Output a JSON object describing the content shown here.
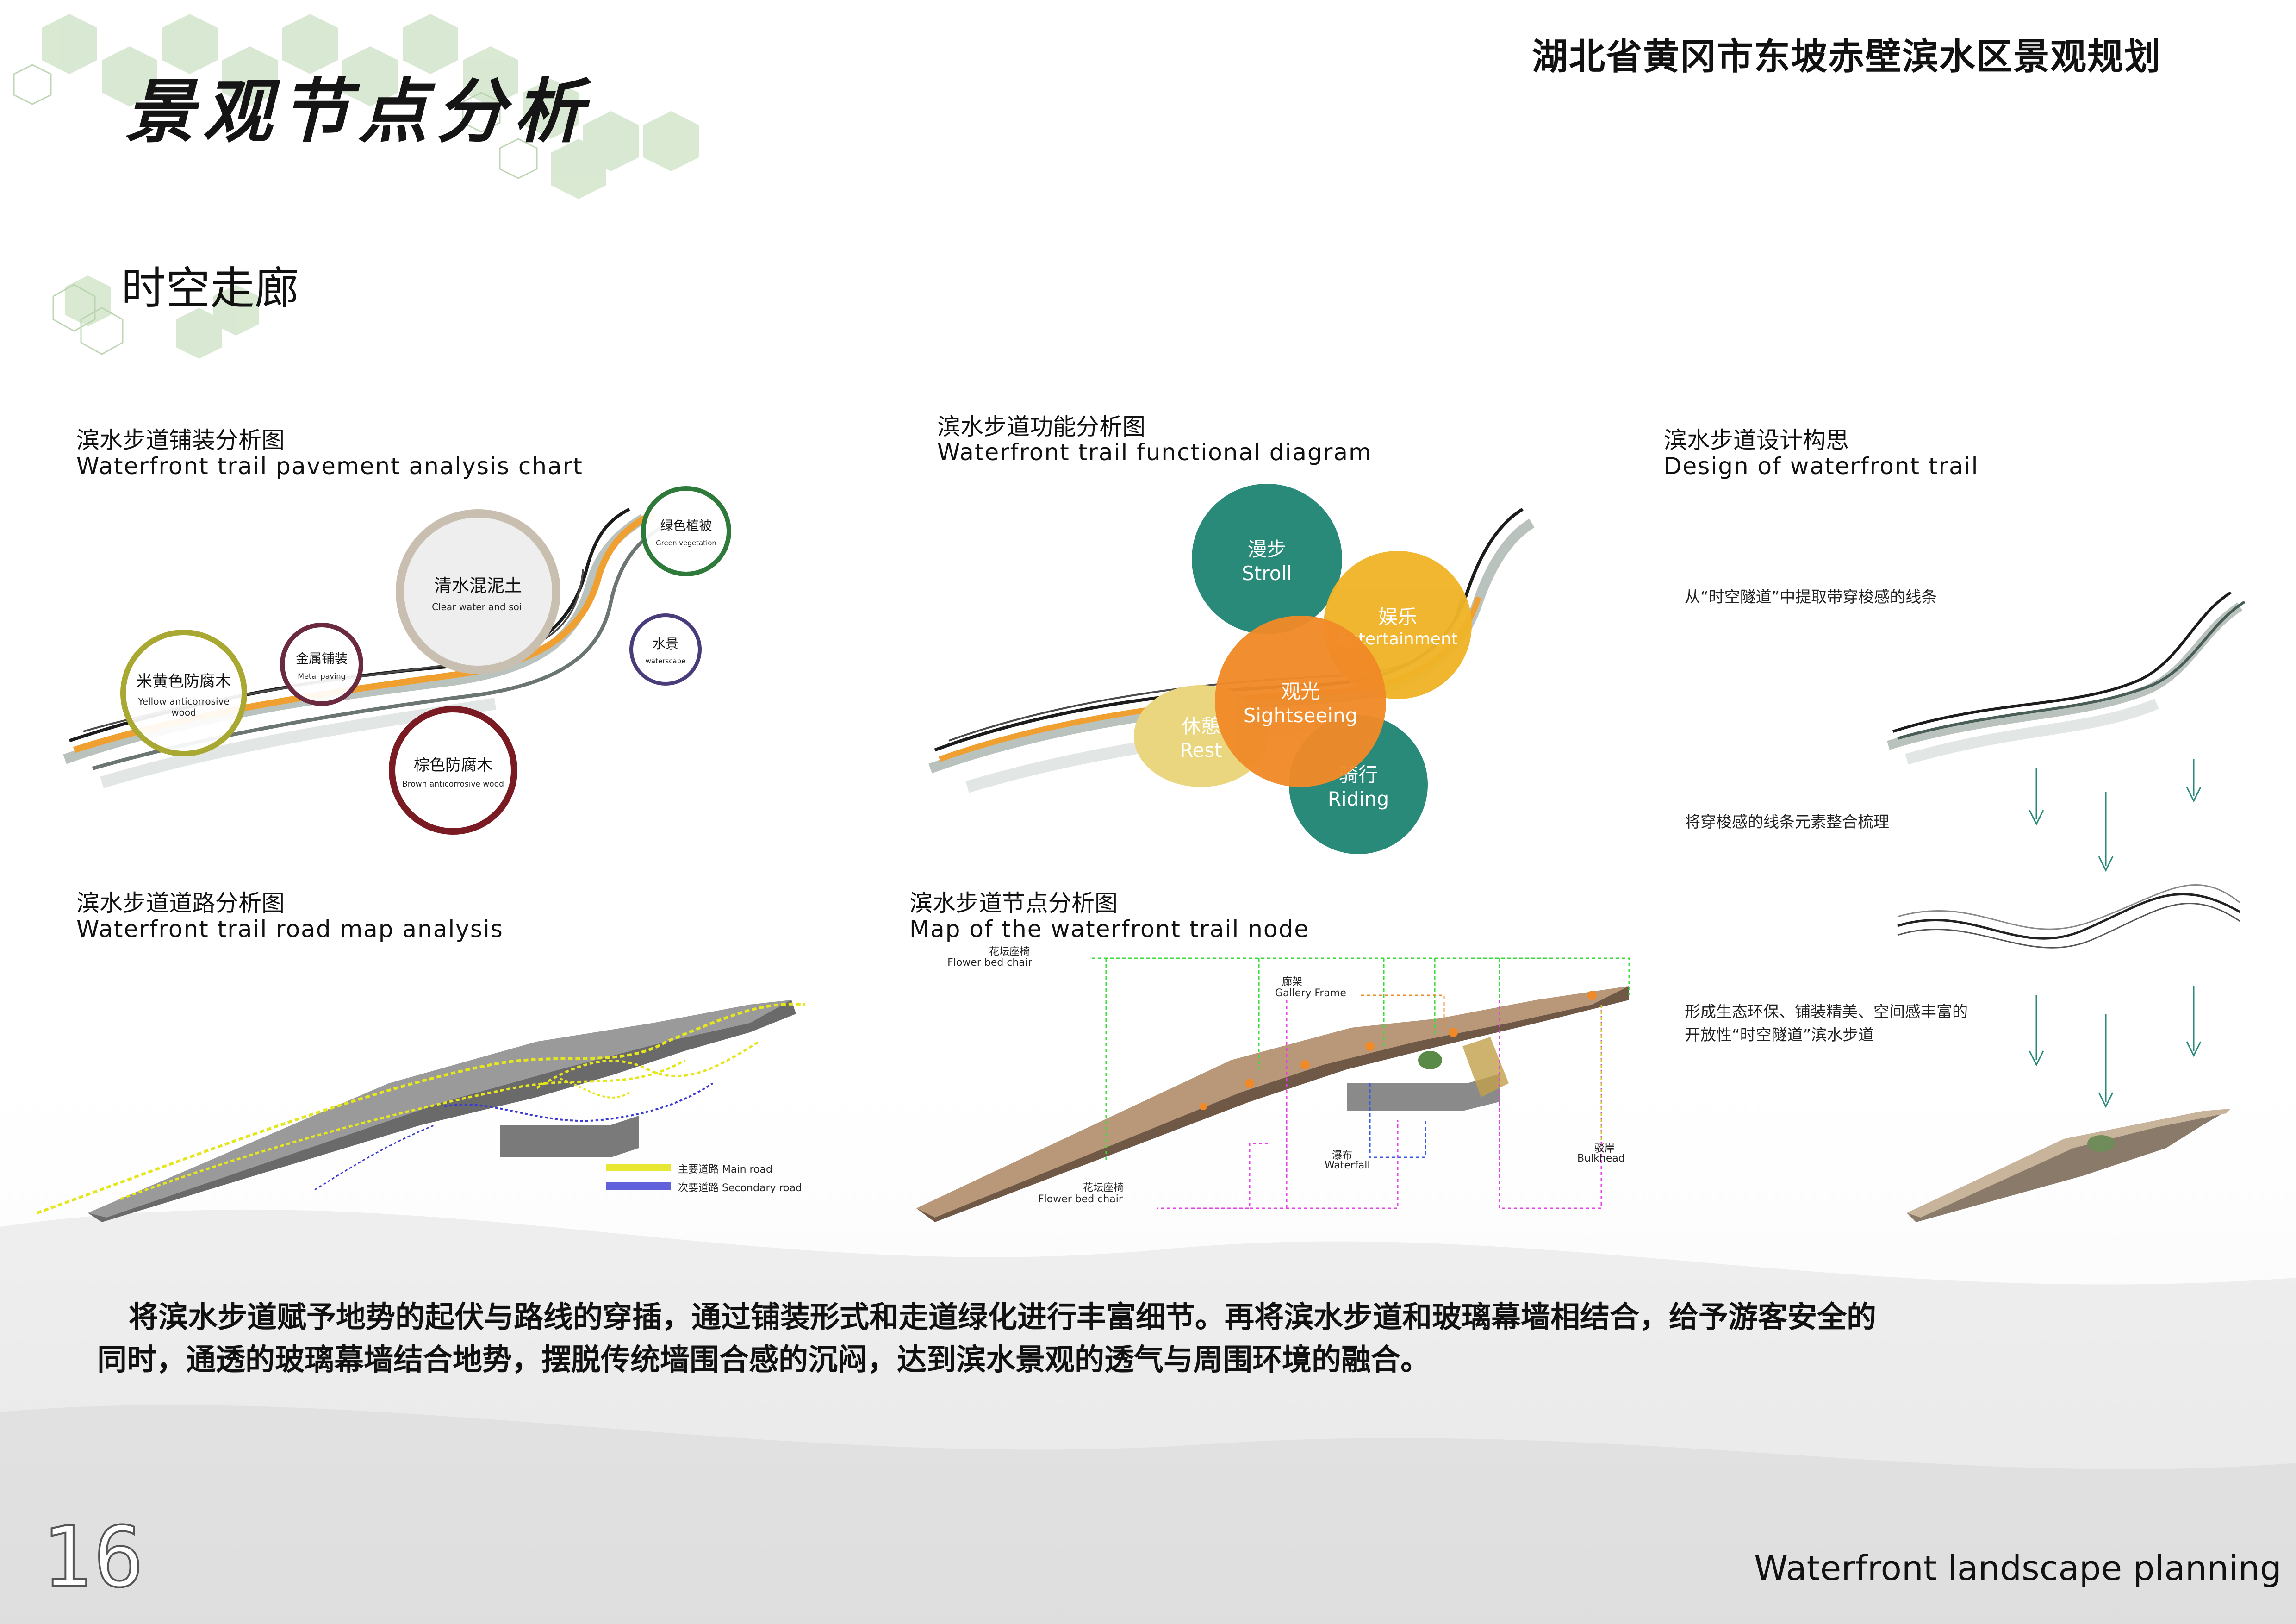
{
  "header": {
    "section_title": "景观节点分析",
    "project_title": "湖北省黄冈市东坡赤壁滨水区景观规划",
    "subsection_title": "时空走廊"
  },
  "panels": {
    "pavement": {
      "title_cn": "滨水步道铺装分析图",
      "title_en": "Waterfront trail pavement analysis chart",
      "bubbles": [
        {
          "cn": "米黄色防腐木",
          "en": "Yellow anticorrosive wood",
          "color": "#a8a832"
        },
        {
          "cn": "金属铺装",
          "en": "Metal paving",
          "color": "#6b2a40"
        },
        {
          "cn": "清水混泥土",
          "en": "Clear water and soil",
          "color": "#c9bfb0"
        },
        {
          "cn": "棕色防腐木",
          "en": "Brown anticorrosive wood",
          "color": "#7a1a22"
        },
        {
          "cn": "水景",
          "en": "waterscape",
          "color": "#4a3c7a"
        },
        {
          "cn": "绿色植被",
          "en": "Green vegetation",
          "color": "#2e7a3a"
        }
      ]
    },
    "function": {
      "title_cn": "滨水步道功能分析图",
      "title_en": "Waterfront trail functional diagram",
      "bubbles": [
        {
          "cn": "漫步",
          "en": "Stroll",
          "color": "#2a8a7a"
        },
        {
          "cn": "娱乐",
          "en": "Entertainment",
          "color": "#f0b428"
        },
        {
          "cn": "观光",
          "en": "Sightseeing",
          "color": "#f08a28"
        },
        {
          "cn": "休憩",
          "en": "Rest",
          "color": "#ead67e"
        },
        {
          "cn": "骑行",
          "en": "Riding",
          "color": "#2a8a7a"
        }
      ]
    },
    "design": {
      "title_cn": "滨水步道设计构思",
      "title_en": "Design of waterfront trail",
      "notes": [
        "从“时空隧道”中提取带穿梭感的线条",
        "将穿梭感的线条元素整合梳理",
        "形成生态环保、铺装精美、空间感丰富的",
        "开放性“时空隧道”滨水步道"
      ]
    },
    "road": {
      "title_cn": "滨水步道道路分析图",
      "title_en": "Waterfront trail road map analysis",
      "legend": [
        {
          "label": "主要道路 Main road",
          "color": "#e6e61e"
        },
        {
          "label": "次要道路 Secondary road",
          "color": "#3a3ad2"
        }
      ]
    },
    "node": {
      "title_cn": "滨水步道节点分析图",
      "title_en": "Map of the waterfront trail node",
      "labels": [
        {
          "cn": "花坛座椅",
          "en": "Flower bed chair"
        },
        {
          "cn": "廊架",
          "en": "Gallery Frame"
        },
        {
          "cn": "瀑布",
          "en": "Waterfall"
        },
        {
          "cn": "驳岸",
          "en": "Bulkhead"
        },
        {
          "cn": "花坛座椅",
          "en": "Flower bed chair"
        }
      ]
    }
  },
  "body_text": {
    "line1": "将滨水步道赋予地势的起伏与路线的穿插，通过铺装形式和走道绿化进行丰富细节。再将滨水步道和玻璃幕墙相结合，给予游客安全的",
    "line2": "同时，通透的玻璃幕墙结合地势，摆脱传统墙围合感的沉闷，达到滨水景观的透气与周围环境的融合。"
  },
  "footer": {
    "page_number": "16",
    "caption": "Waterfront landscape planning"
  }
}
